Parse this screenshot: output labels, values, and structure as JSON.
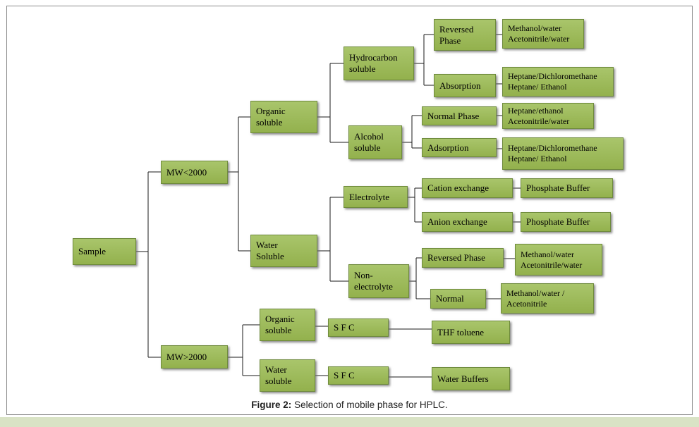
{
  "figure": {
    "caption_label": "Figure 2:",
    "caption_text": " Selection of mobile phase for HPLC."
  },
  "colors": {
    "node_fill": "#9bbb59",
    "node_border": "#6e8a3c",
    "connector_line": "#000000",
    "footer_band": "#d9e3c5",
    "frame_border": "#8a8a8a"
  },
  "nodes": {
    "sample": "Sample",
    "mw_low": "MW<2000",
    "mw_high": "MW>2000",
    "organic_soluble_top": "Organic\nsoluble",
    "water_soluble_top": "Water\nSoluble",
    "hydrocarbon_soluble": "Hydrocarbon\nsoluble",
    "alcohol_soluble": "Alcohol\nsoluble",
    "reversed_phase_top": "Reversed\nPhase",
    "absorption": "Absorption",
    "normal_phase": "Normal Phase",
    "adsorption": "Adsorption",
    "electrolyte": "Electrolyte",
    "non_electrolyte": "Non-\nelectrolyte",
    "cation_exchange": "Cation exchange",
    "anion_exchange": "Anion exchange",
    "reversed_phase_mid": "Reversed Phase",
    "normal_mid": "Normal",
    "organic_soluble_bottom": "Organic\nsoluble",
    "water_soluble_bottom": "Water\nsoluble",
    "sfc_1": "S F C",
    "sfc_2": "S F C",
    "thf_toluene": "THF toluene",
    "water_buffers": "Water Buffers",
    "methanol_water_top": "Methanol/water\nAcetonitrile/water",
    "heptane_dcm_top": "Heptane/Dichloromethane\nHeptane/ Ethanol",
    "heptane_ethanol": "Heptane/ethanol\nAcetonitrile/water",
    "heptane_dcm_mid": "Heptane/Dichloromethane\nHeptane/ Ethanol",
    "phosphate_buffer_1": "Phosphate Buffer",
    "phosphate_buffer_2": "Phosphate Buffer",
    "methanol_water_mid": "Methanol/water\nAcetonitrile/water",
    "methanol_acetonitrile": "Methanol/water /\nAcetonitrile"
  },
  "edges": [
    [
      "sample",
      "mw_low"
    ],
    [
      "sample",
      "mw_high"
    ],
    [
      "mw_low",
      "organic_soluble_top"
    ],
    [
      "mw_low",
      "water_soluble_top"
    ],
    [
      "organic_soluble_top",
      "hydrocarbon_soluble"
    ],
    [
      "organic_soluble_top",
      "alcohol_soluble"
    ],
    [
      "hydrocarbon_soluble",
      "reversed_phase_top"
    ],
    [
      "hydrocarbon_soluble",
      "absorption"
    ],
    [
      "reversed_phase_top",
      "methanol_water_top"
    ],
    [
      "absorption",
      "heptane_dcm_top"
    ],
    [
      "alcohol_soluble",
      "normal_phase"
    ],
    [
      "alcohol_soluble",
      "adsorption"
    ],
    [
      "normal_phase",
      "heptane_ethanol"
    ],
    [
      "adsorption",
      "heptane_dcm_mid"
    ],
    [
      "water_soluble_top",
      "electrolyte"
    ],
    [
      "water_soluble_top",
      "non_electrolyte"
    ],
    [
      "electrolyte",
      "cation_exchange"
    ],
    [
      "electrolyte",
      "anion_exchange"
    ],
    [
      "cation_exchange",
      "phosphate_buffer_1"
    ],
    [
      "anion_exchange",
      "phosphate_buffer_2"
    ],
    [
      "non_electrolyte",
      "reversed_phase_mid"
    ],
    [
      "non_electrolyte",
      "normal_mid"
    ],
    [
      "reversed_phase_mid",
      "methanol_water_mid"
    ],
    [
      "normal_mid",
      "methanol_acetonitrile"
    ],
    [
      "mw_high",
      "organic_soluble_bottom"
    ],
    [
      "mw_high",
      "water_soluble_bottom"
    ],
    [
      "organic_soluble_bottom",
      "sfc_1"
    ],
    [
      "sfc_1",
      "thf_toluene"
    ],
    [
      "water_soluble_bottom",
      "sfc_2"
    ],
    [
      "sfc_2",
      "water_buffers"
    ]
  ]
}
